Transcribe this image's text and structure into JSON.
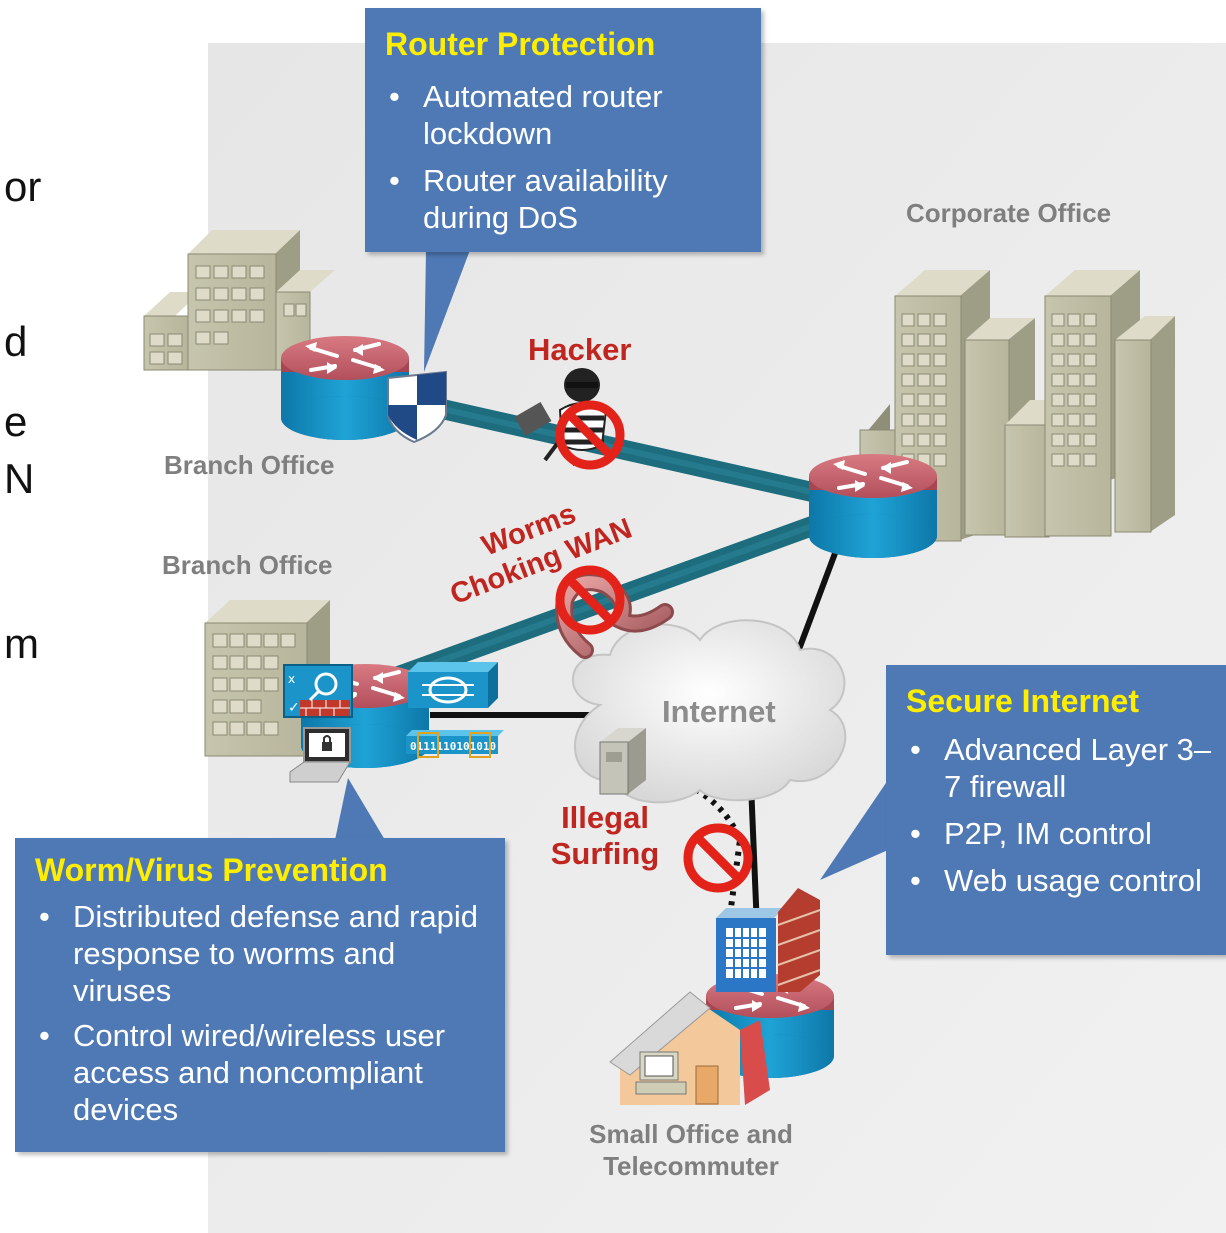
{
  "left_text_fragments": [
    "or",
    "d",
    "e",
    "N",
    "m"
  ],
  "callouts": {
    "router_protection": {
      "title": "Router Protection",
      "items": [
        "Automated router lockdown",
        "Router availability during DoS"
      ]
    },
    "secure_internet": {
      "title": "Secure Internet",
      "items": [
        "Advanced Layer 3–7 firewall",
        "P2P, IM control",
        "Web usage control"
      ]
    },
    "worm_virus": {
      "title": "Worm/Virus Prevention",
      "items": [
        "Distributed defense and rapid response to worms and viruses",
        "Control wired/wireless user access and noncompliant devices"
      ]
    }
  },
  "sites": {
    "corporate": "Corporate Office",
    "branch_top": "Branch Office",
    "branch_bottom": "Branch Office",
    "small_office_line1": "Small Office and",
    "small_office_line2": "Telecommuter"
  },
  "cloud_label": "Internet",
  "threats": {
    "hacker": "Hacker",
    "worms_line1": "Worms",
    "worms_line2": "Choking WAN",
    "illegal_line1": "Illegal",
    "illegal_line2": "Surfing"
  },
  "ips_binary": "0111110101010",
  "colors": {
    "callout_bg": "#4f79b4",
    "callout_title": "#ffee00",
    "threat_text": "#c0261f",
    "site_text": "#7f7f7f",
    "wan_link": "#1f6f80",
    "panel_bg": "#ebebeb",
    "router_top": "#c9636e",
    "router_body": "#1b95c9"
  },
  "icons": [
    "router-icon",
    "building-icon",
    "shield-icon",
    "hacker-icon",
    "worm-icon",
    "no-symbol-icon",
    "cloud-icon",
    "server-icon",
    "firewall-icon",
    "ips-sensor-icon",
    "switch-icon",
    "laptop-icon",
    "house-icon",
    "pc-icon"
  ]
}
